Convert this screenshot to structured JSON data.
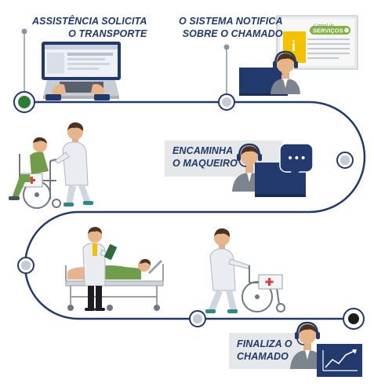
{
  "steps": [
    {
      "id": "assistencia",
      "lines": [
        "ASSISTÊNCIA SOLICITA",
        "O TRANSPORTE"
      ]
    },
    {
      "id": "sistema",
      "lines": [
        "O SISTEMA NOTIFICA",
        "SOBRE O CHAMADO"
      ]
    },
    {
      "id": "encaminha",
      "lines": [
        "ENCAMINHA",
        "O MAQUEIRO"
      ]
    },
    {
      "id": "finaliza",
      "lines": [
        "FINALIZA O",
        "CHAMADO"
      ]
    }
  ],
  "notification": {
    "header_text": "Central de",
    "badge_text": "SERVIÇOS",
    "info_glyph": "i"
  },
  "chat_glyph": "•••",
  "colors": {
    "path": "#1f3a6b",
    "label": "#1f3a6b",
    "node_fill": "#c5cbd6",
    "start_node": "#2e7d32",
    "monitor": "#223a6e",
    "label_bg": "#e6e7e9",
    "accent_yellow": "#f2c200",
    "accent_green": "#7fb241"
  },
  "icons": [
    "laptop-icon",
    "notification-document-icon",
    "headset-operator-icon",
    "chat-bubble-icon",
    "wheelchair-icon",
    "stretcher-bed-icon",
    "chart-icon"
  ]
}
